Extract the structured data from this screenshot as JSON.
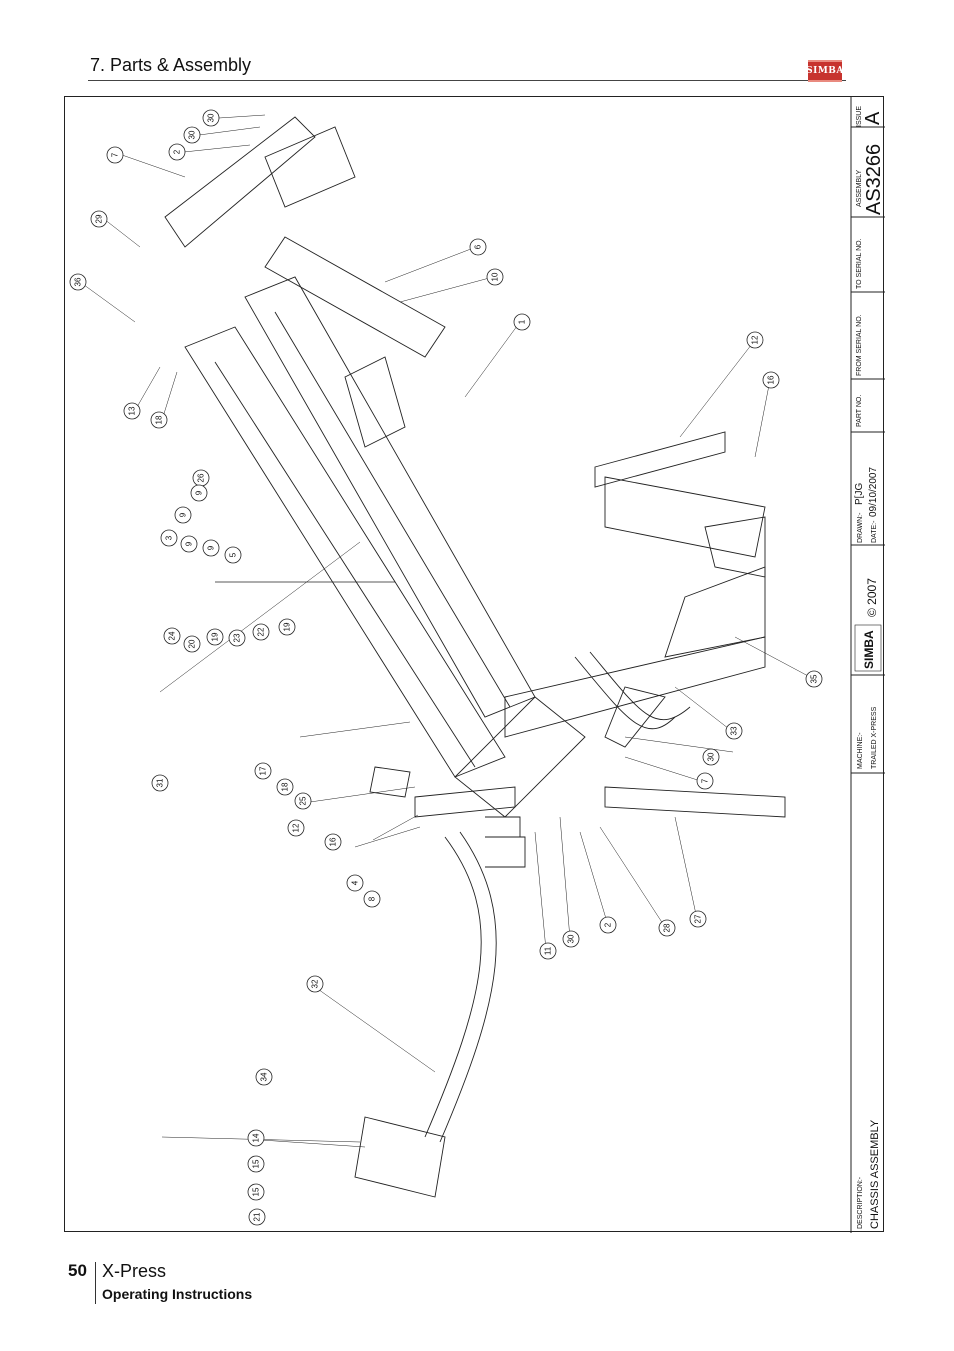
{
  "header": {
    "section_title": "7. Parts & Assembly",
    "logo_text": "SIMBA"
  },
  "footer": {
    "page_number": "50",
    "product": "X-Press",
    "subtitle": "Operating Instructions"
  },
  "title_block": {
    "issue_label": "ISSUE",
    "issue": "A",
    "assembly_label": "ASSEMBLY",
    "assembly_no": "AS3266",
    "to_serial_label": "TO SERIAL NO.",
    "from_serial_label": "FROM SERIAL NO.",
    "part_no_label": "PART NO.",
    "drawn_label": "DRAWN:-",
    "drawn": "P[JG",
    "date_label": "DATE:-",
    "date": "09/10/2007",
    "copyright": "© 2007",
    "brand": "SIMBA",
    "machine_label": "MACHINE:-",
    "machine": "TRAILED X-PRESS",
    "description_label": "DESCRIPTION:-",
    "description": "CHASSIS ASSEMBLY"
  },
  "callouts": [
    {
      "n": "30"
    },
    {
      "n": "30"
    },
    {
      "n": "2"
    },
    {
      "n": "7"
    },
    {
      "n": "29"
    },
    {
      "n": "36"
    },
    {
      "n": "6"
    },
    {
      "n": "10"
    },
    {
      "n": "1"
    },
    {
      "n": "12"
    },
    {
      "n": "16"
    },
    {
      "n": "13"
    },
    {
      "n": "18"
    },
    {
      "n": "26"
    },
    {
      "n": "9"
    },
    {
      "n": "9"
    },
    {
      "n": "3"
    },
    {
      "n": "9"
    },
    {
      "n": "9"
    },
    {
      "n": "5"
    },
    {
      "n": "24"
    },
    {
      "n": "20"
    },
    {
      "n": "19"
    },
    {
      "n": "23"
    },
    {
      "n": "22"
    },
    {
      "n": "19"
    },
    {
      "n": "31"
    },
    {
      "n": "35"
    },
    {
      "n": "33"
    },
    {
      "n": "17"
    },
    {
      "n": "18"
    },
    {
      "n": "25"
    },
    {
      "n": "12"
    },
    {
      "n": "16"
    },
    {
      "n": "30"
    },
    {
      "n": "7"
    },
    {
      "n": "4"
    },
    {
      "n": "8"
    },
    {
      "n": "11"
    },
    {
      "n": "30"
    },
    {
      "n": "2"
    },
    {
      "n": "28"
    },
    {
      "n": "27"
    },
    {
      "n": "32"
    },
    {
      "n": "34"
    },
    {
      "n": "14"
    },
    {
      "n": "15"
    },
    {
      "n": "15"
    },
    {
      "n": "21"
    }
  ]
}
